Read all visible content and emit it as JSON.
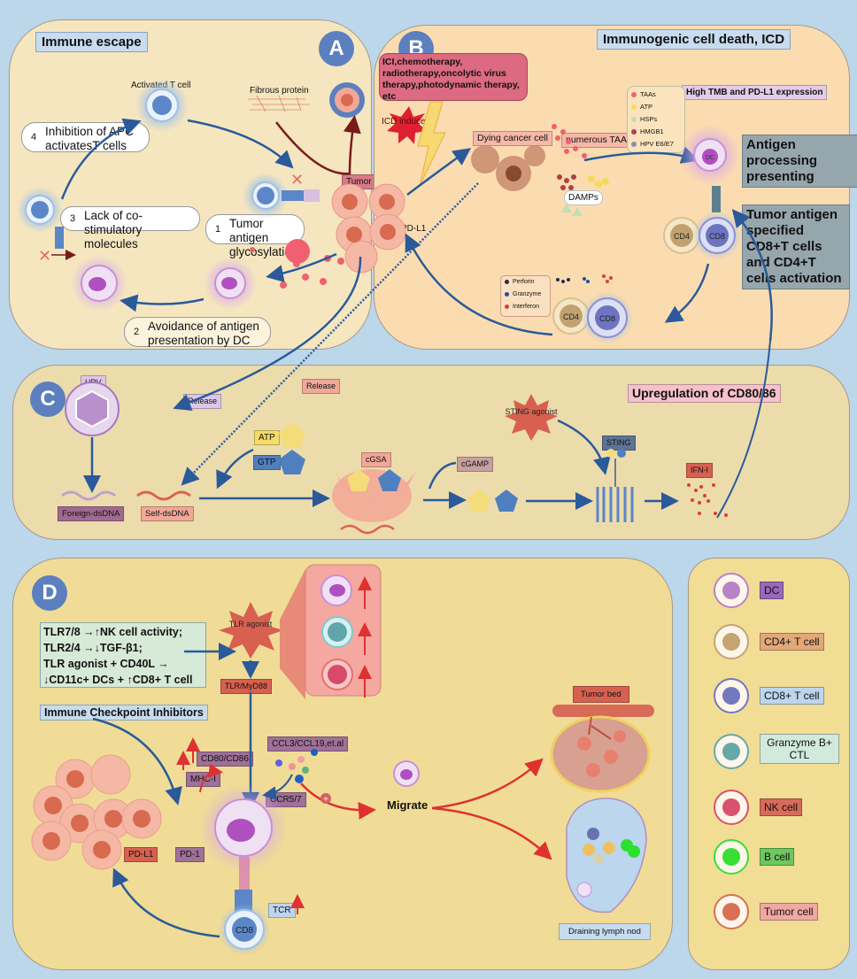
{
  "panels": {
    "A": {
      "badge": "A",
      "title": "Immune escape",
      "activated_t_cell": "Activated T cell",
      "fibrous_protein": "Fibrous protein",
      "tumor_cells": "Tumor cells",
      "steps": [
        {
          "num": "1",
          "text": "Tumor antigen glycosylation"
        },
        {
          "num": "2",
          "text": "Avoidance of antigen presentation by DC"
        },
        {
          "num": "3",
          "text": "Lack of co-stimulatory molecules"
        },
        {
          "num": "4",
          "text": "Inhibition of APC activatesT cells"
        }
      ]
    },
    "B": {
      "badge": "B",
      "title": "Immunogenic cell death, ICD",
      "therapies": "ICI,chemotherapy, radiotherapy,oncolytic virus therapy,photodynamic therapy, etc",
      "icd_inducers": "ICD inducers",
      "pd_l1": "PD-L1",
      "dying_cancer_cell": "Dying cancer cell",
      "numerous_taas": "numerous TAAs",
      "damps": "DAMPs",
      "high_tmb": "High TMB and PD-L1 expression",
      "antigen_processing": "Antigen processing presenting",
      "tumor_antigen_activation": "Tumor antigen specified CD8+T cells and CD4+T cells activation",
      "dc": "DC",
      "cd4": "CD4",
      "cd8": "CD8",
      "damp_legend": [
        {
          "label": "TAAs",
          "color": "#f0656a"
        },
        {
          "label": "ATP",
          "color": "#f3dc5a"
        },
        {
          "label": "HSPs",
          "color": "#bfe0b8"
        },
        {
          "label": "HMGB1",
          "color": "#a8434a"
        },
        {
          "label": "HPV E6/E7",
          "color": "#8a8fb0"
        }
      ],
      "cytokine_legend": [
        {
          "label": "Perforin",
          "color": "#2a2a4a"
        },
        {
          "label": "Granzyme",
          "color": "#2050a0"
        },
        {
          "label": "Interferon",
          "color": "#d84030"
        }
      ]
    },
    "C": {
      "badge": "C",
      "hpv": "HPV",
      "release_hpv": "Release",
      "release_self": "Release",
      "foreign_dsdna": "Foreign-dsDNA",
      "self_dsdna": "Self-dsDNA",
      "atp": "ATP",
      "gtp": "GTP",
      "cgsa": "cGSA",
      "cgamp": "cGAMP",
      "sting_agonist": "STING agonist",
      "sting": "STING",
      "ifn": "IFN-I",
      "upregulation": "Upregulation of CD80/86"
    },
    "D": {
      "badge": "D",
      "tlr_effects": [
        "TLR7/8 →↑NK cell activity;",
        "TLR2/4 →↓TGF-β1;",
        "TLR agonist + CD40L →",
        "↓CD11c+ DCs + ↑CD8+ T cell"
      ],
      "tlr_agonist": "TLR agonist",
      "tlr_myd88": "TLR/MyD88",
      "ici": "Immune Checkpoint Inhibitors",
      "cd80_cd86": "CD80/CD86",
      "mhc_i": "MHC-I",
      "ccl": "CCL3/CCL19,et.al",
      "ccr": "CCR5/7",
      "pd_l1": "PD-L1",
      "pd_1": "PD-1",
      "tcr": "TCR",
      "cd8": "CD8",
      "migrate": "Migrate",
      "tumor_bed": "Tumor bed",
      "lymph_node": "Draining lymph nod"
    }
  },
  "legend": [
    {
      "label": "DC",
      "cell_color": "#b57fc8",
      "label_bg": "#9b67b8"
    },
    {
      "label": "CD4+ T cell",
      "cell_color": "#c2a170",
      "label_bg": "#e3a878"
    },
    {
      "label": "CD8+ T cell",
      "cell_color": "#6d74c0",
      "label_bg": "#bcd6ee"
    },
    {
      "label": "Granzyme B+ CTL",
      "cell_color": "#5fa6aa",
      "label_bg": "#d2eadc"
    },
    {
      "label": "NK cell",
      "cell_color": "#d84a6a",
      "label_bg": "#d86a5c"
    },
    {
      "label": "B cell",
      "cell_color": "#2ee02e",
      "label_bg": "#6ec860"
    },
    {
      "label": "Tumor cell",
      "cell_color": "#d86a50",
      "label_bg": "#f0a8a0"
    }
  ],
  "colors": {
    "arrow_blue": "#2a5a9a",
    "arrow_red": "#e03030",
    "arrow_darkred": "#7a1a1a",
    "badge_blue": "#5b7fbf"
  }
}
